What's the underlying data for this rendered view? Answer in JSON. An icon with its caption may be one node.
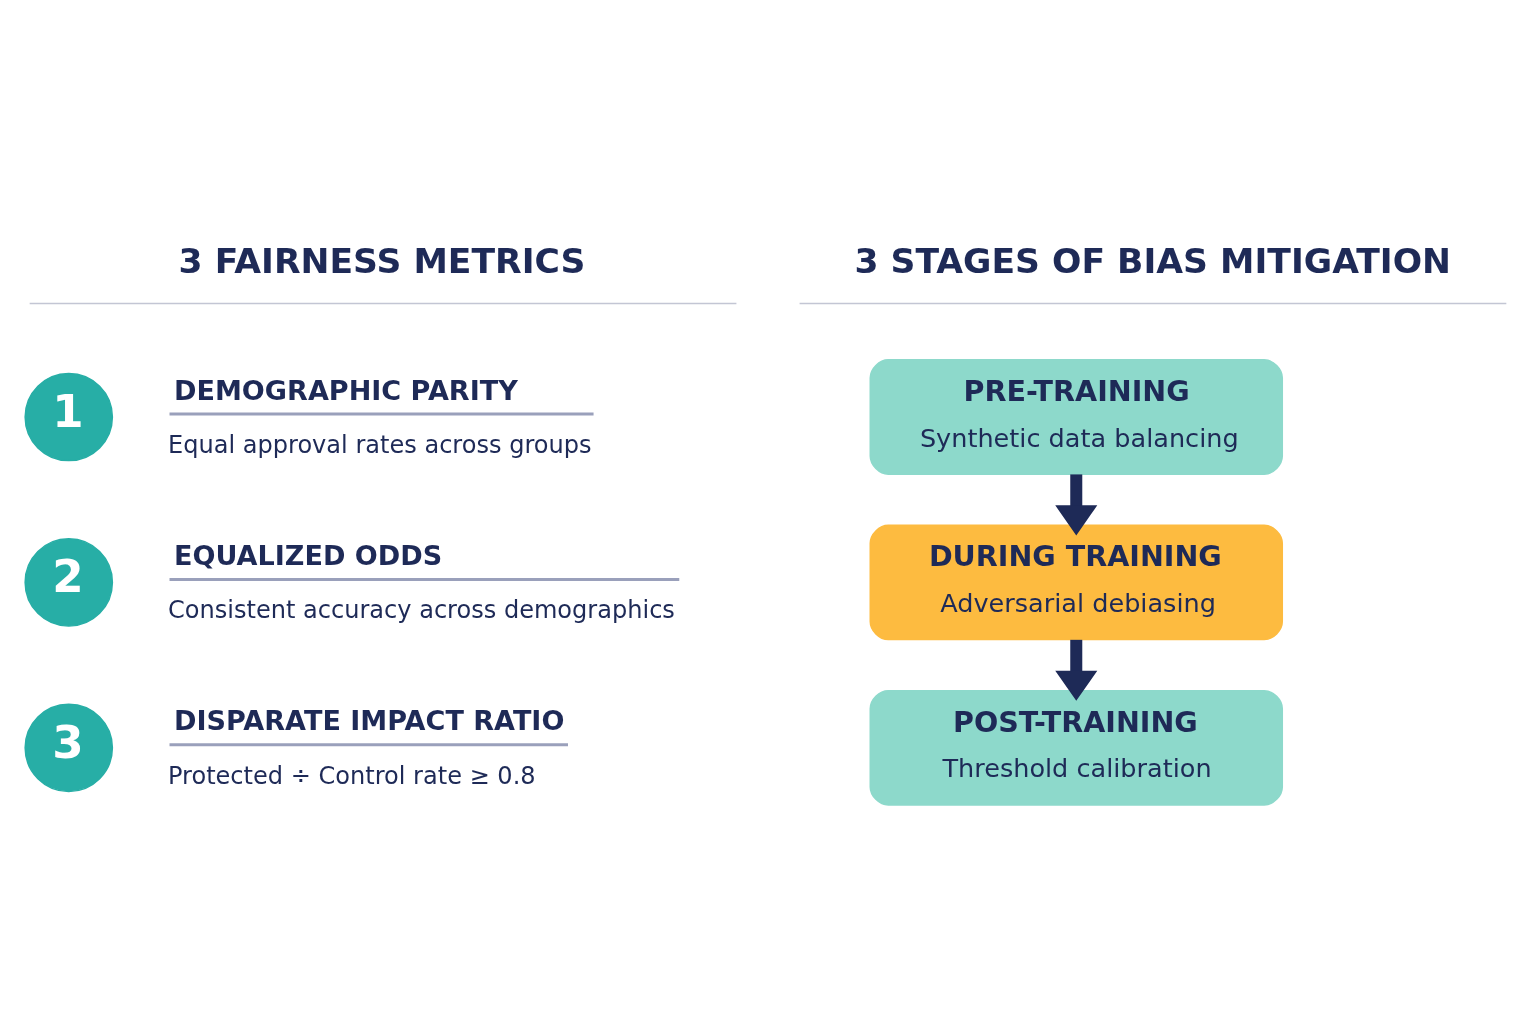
{
  "diagram": {
    "nodes": [
      {
        "text": [
          "1"
        ],
        "beside": [
          "DEMOGRAPHIC PARITY",
          "Equal approval rates across groups"
        ]
      },
      {
        "text": [
          "2"
        ],
        "beside": [
          "EQUALIZED ODDS",
          "Consistent accuracy across demographics"
        ]
      },
      {
        "text": [
          "3"
        ],
        "beside": [
          "DISPARATE IMPACT RATIO",
          "Protected ÷ Control rate ≥ 0.8"
        ]
      },
      {
        "text": [
          "PRE-TRAINING",
          "Synthetic data balancing"
        ]
      },
      {
        "text": [
          "DURING TRAINING",
          "Adversarial debiasing"
        ]
      },
      {
        "text": [
          "POST-TRAINING",
          "Threshold calibration"
        ]
      }
    ],
    "edges": [
      {
        "from": 3,
        "to": 4,
        "arrow": "to"
      },
      {
        "from": 4,
        "to": 5,
        "arrow": "to"
      }
    ],
    "labels": [
      "3 FAIRNESS METRICS",
      "3 STAGES OF BIAS MITIGATION"
    ]
  }
}
